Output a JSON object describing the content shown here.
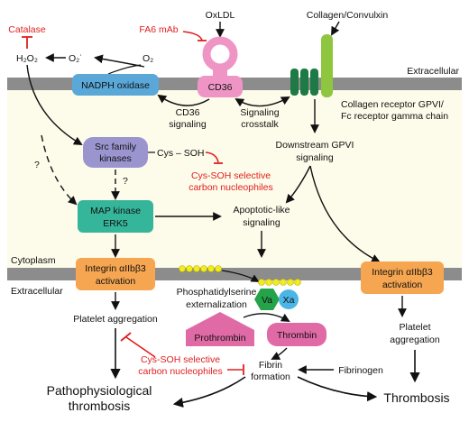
{
  "stimuli": {
    "catalase": "Catalase",
    "fa6_mab": "FA6 mAb",
    "oxldl": "OxLDL",
    "collagen": "Collagen/Convulxin"
  },
  "molecules": {
    "h2o2": "H₂O₂",
    "o2_radical": "O₂˙",
    "o2": "O₂"
  },
  "compartments": {
    "extracellular_top": "Extracellular",
    "cytoplasm": "Cytoplasm",
    "extracellular_bottom": "Extracellular"
  },
  "nodes": {
    "nadph_oxidase": "NADPH oxidase",
    "cd36": "CD36",
    "gpvi_line1": "Collagen receptor GPVI/",
    "gpvi_line2": "Fc receptor gamma chain",
    "cd36_signaling_1": "CD36",
    "cd36_signaling_2": "signaling",
    "crosstalk_1": "Signaling",
    "crosstalk_2": "crosstalk",
    "downstream_1": "Downstream GPVI",
    "downstream_2": "signaling",
    "src_1": "Src family",
    "src_2": "kinases",
    "cys_soh": "Cys – SOH",
    "cys_inhib_1": "Cys-SOH selective",
    "cys_inhib_2": "carbon nucleophiles",
    "question": "?",
    "mapk_1": "MAP kinase",
    "mapk_2": "ERK5",
    "apoptotic_1": "Apoptotic-like",
    "apoptotic_2": "signaling",
    "integrin_left_1": "Integrin αIIbβ3",
    "integrin_left_2": "activation",
    "integrin_right_1": "Integrin αIIbβ3",
    "integrin_right_2": "activation",
    "ps_1": "Phosphatidylserine",
    "ps_2": "externalization",
    "va": "Va",
    "xa": "Xa",
    "prothrombin": "Prothrombin",
    "thrombin": "Thrombin",
    "platelet_agg_left": "Platelet aggregation",
    "platelet_agg_right_1": "Platelet",
    "platelet_agg_right_2": "aggregation",
    "cys_inhib2_1": "Cys-SOH selective",
    "cys_inhib2_2": "carbon nucleophiles",
    "fibrin_1": "Fibrin",
    "fibrin_2": "formation",
    "fibrinogen": "Fibrinogen",
    "patho_1": "Pathophysiological",
    "patho_2": "thrombosis",
    "thrombosis": "Thrombosis"
  },
  "colors": {
    "membrane": "#8c8c8c",
    "cytoplasm": "#fdfbea",
    "nadph": "#5aa8d8",
    "cd36": "#ef95c6",
    "gpvi_dark": "#1e7a45",
    "gpvi_light": "#8ec63f",
    "src": "#9b95cf",
    "mapk": "#35b59a",
    "integrin": "#f6a650",
    "ps_bead": "#f2ec1c",
    "va": "#24a34a",
    "xa": "#4bb5e5",
    "prothrombin": "#e06aa6",
    "thrombin": "#e06aa6",
    "inhibitor_red": "#e02020"
  }
}
